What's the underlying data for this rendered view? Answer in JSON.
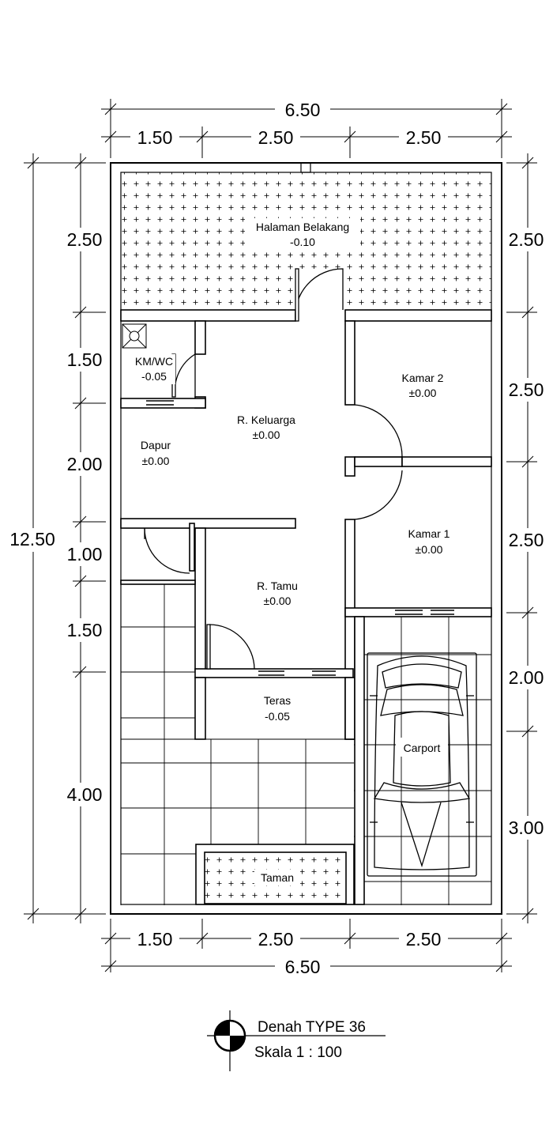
{
  "title": {
    "name": "Denah TYPE 36",
    "scale": "Skala 1 : 100"
  },
  "dimensions": {
    "top_total": "6.50",
    "top_segments": [
      "1.50",
      "2.50",
      "2.50"
    ],
    "bottom_total": "6.50",
    "bottom_segments": [
      "1.50",
      "2.50",
      "2.50"
    ],
    "left_total": "12.50",
    "left_segments": [
      "2.50",
      "1.50",
      "2.00",
      "1.00",
      "1.50",
      "4.00"
    ],
    "right_segments": [
      "2.50",
      "2.50",
      "2.50",
      "2.00",
      "3.00"
    ]
  },
  "rooms": {
    "halaman": {
      "name": "Halaman Belakang",
      "level": "-0.10"
    },
    "kmwc": {
      "name": "KM/WC",
      "level": "-0.05"
    },
    "kamar2": {
      "name": "Kamar 2",
      "level": "±0.00"
    },
    "keluarga": {
      "name": "R. Keluarga",
      "level": "±0.00"
    },
    "dapur": {
      "name": "Dapur",
      "level": "±0.00"
    },
    "kamar1": {
      "name": "Kamar 1",
      "level": "±0.00"
    },
    "tamu": {
      "name": "R. Tamu",
      "level": "±0.00"
    },
    "teras": {
      "name": "Teras",
      "level": "-0.05"
    },
    "carport": {
      "name": "Carport"
    },
    "taman": {
      "name": "Taman"
    }
  }
}
